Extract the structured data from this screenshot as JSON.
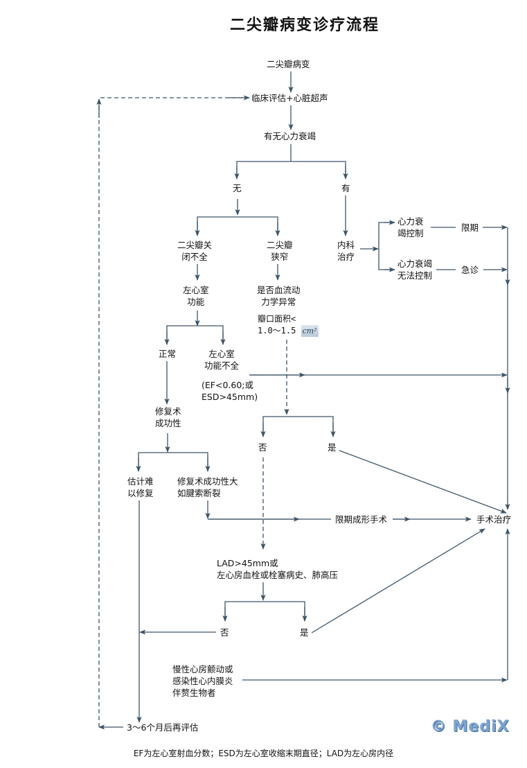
{
  "title": "二尖瓣病变诊疗流程",
  "nodes": {
    "start": "二尖瓣病变",
    "eval": "临床评估+心脏超声",
    "hf_q": "有无心力衰竭",
    "no": "无",
    "yes": "有",
    "mr": [
      "二尖瓣关",
      "闭不全"
    ],
    "ms": [
      "二尖瓣",
      "狭窄"
    ],
    "med": [
      "内科",
      "治疗"
    ],
    "hf_ctrl": [
      "心力衰",
      "竭控制"
    ],
    "hf_unctrl": [
      "心力衰竭",
      "无法控制"
    ],
    "elective": "限期",
    "emergency": "急诊",
    "lv_func": [
      "左心室",
      "功能"
    ],
    "hemo_q": [
      "是否血流动",
      "力学异常"
    ],
    "valve_area": [
      "瓣口面积<",
      "1.0～1.5"
    ],
    "valve_area_unit": "cm²",
    "normal": "正常",
    "lv_dysf": [
      "左心室",
      "功能不全"
    ],
    "lv_criteria": [
      "(EF<0.60;或",
      "ESD>45mm)"
    ],
    "repair_q": [
      "修复术",
      "成功性"
    ],
    "hemo_no": "否",
    "hemo_yes": "是",
    "hard_repair": [
      "估计难",
      "以修复"
    ],
    "likely_repair": [
      "修复术成功性大",
      "如腱索断裂"
    ],
    "elective_plasty": "限期成形手术",
    "surgery": "手术治疗",
    "lad_q": [
      "LAD>45mm或",
      "左心房血栓或栓塞病史、肺高压"
    ],
    "lad_no": "否",
    "lad_yes": "是",
    "af_ie": [
      "慢性心房颤动或",
      "感染性心内膜炎",
      "伴赘生物者"
    ],
    "reeval": "3～6个月后再评估"
  },
  "footnote": "EF为左心室射血分数；ESD为左心室收缩末期直径；LAD为左心房内径",
  "watermark": "© MediX",
  "colors": {
    "line": "#3d5468",
    "text": "#111111",
    "watermark": "#7da4cf"
  }
}
